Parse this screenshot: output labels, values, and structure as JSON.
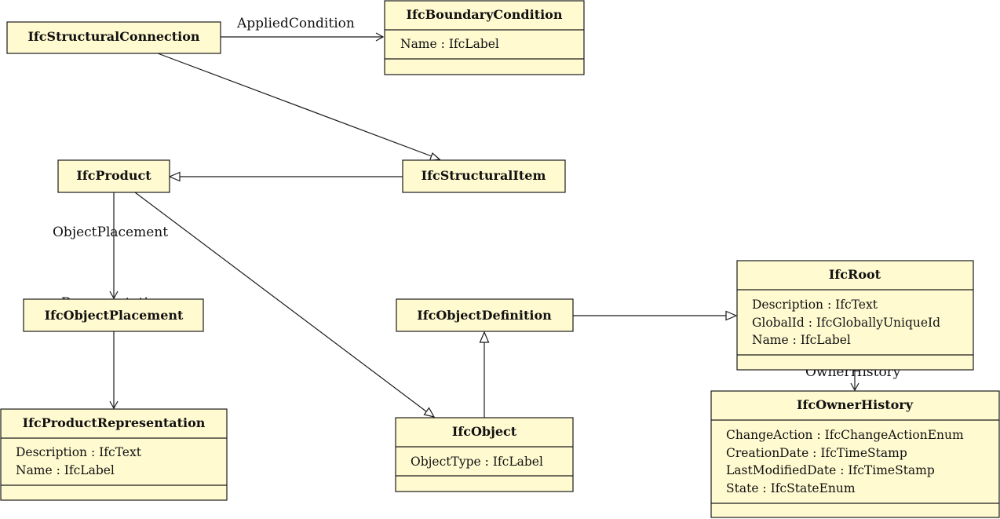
{
  "classes": [
    {
      "id": "structural_connection",
      "name": "IfcStructuralConnection",
      "attributes": []
    },
    {
      "id": "boundary_condition",
      "name": "IfcBoundaryCondition",
      "attributes": [
        "Name : IfcLabel"
      ]
    },
    {
      "id": "product",
      "name": "IfcProduct",
      "attributes": []
    },
    {
      "id": "structural_item",
      "name": "IfcStructuralItem",
      "attributes": []
    },
    {
      "id": "object_placement",
      "name": "IfcObjectPlacement",
      "attributes": []
    },
    {
      "id": "object_definition",
      "name": "IfcObjectDefinition",
      "attributes": []
    },
    {
      "id": "root",
      "name": "IfcRoot",
      "attributes": [
        "Description : IfcText",
        "GlobalId : IfcGloballyUniqueId",
        "Name : IfcLabel"
      ]
    },
    {
      "id": "product_representation",
      "name": "IfcProductRepresentation",
      "attributes": [
        "Description : IfcText",
        "Name : IfcLabel"
      ]
    },
    {
      "id": "object",
      "name": "IfcObject",
      "attributes": [
        "ObjectType : IfcLabel"
      ]
    },
    {
      "id": "owner_history",
      "name": "IfcOwnerHistory",
      "attributes": [
        "ChangeAction : IfcChangeActionEnum",
        "CreationDate : IfcTimeStamp",
        "LastModifiedDate : IfcTimeStamp",
        "State : IfcStateEnum"
      ]
    }
  ],
  "relations": [
    {
      "from": "structural_connection",
      "to": "boundary_condition",
      "kind": "association",
      "label": "AppliedCondition"
    },
    {
      "from": "structural_connection",
      "to": "structural_item",
      "kind": "generalization",
      "label": ""
    },
    {
      "from": "structural_item",
      "to": "product",
      "kind": "generalization",
      "label": ""
    },
    {
      "from": "product",
      "to": "object_placement",
      "kind": "association",
      "label": "ObjectPlacement"
    },
    {
      "from": "object_placement",
      "to": "product_representation",
      "kind": "association",
      "label": "Representation"
    },
    {
      "from": "product",
      "to": "object",
      "kind": "generalization",
      "label": ""
    },
    {
      "from": "object",
      "to": "object_definition",
      "kind": "generalization",
      "label": ""
    },
    {
      "from": "object_definition",
      "to": "root",
      "kind": "generalization",
      "label": ""
    },
    {
      "from": "root",
      "to": "owner_history",
      "kind": "association",
      "label": "OwnerHistory"
    }
  ]
}
